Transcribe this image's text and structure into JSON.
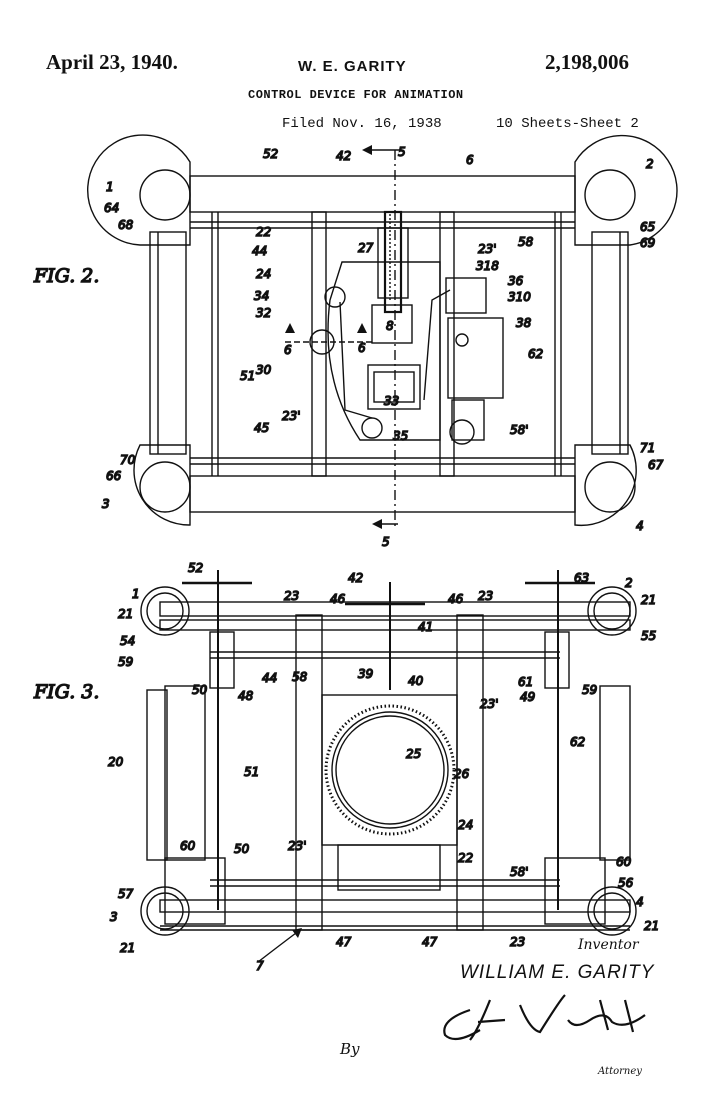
{
  "header": {
    "date": "April 23, 1940.",
    "inventor_name": "W. E. GARITY",
    "patent_number": "2,198,006",
    "title": "CONTROL DEVICE FOR ANIMATION",
    "filed": "Filed Nov. 16, 1938",
    "sheet": "10 Sheets-Sheet 2"
  },
  "figures": {
    "fig2_label": "FIG. 2.",
    "fig3_label": "FIG. 3."
  },
  "fig2_refs": [
    "52",
    "42",
    "5",
    "6",
    "2",
    "1",
    "64",
    "68",
    "65",
    "69",
    "44",
    "22",
    "27",
    "23'",
    "58",
    "24",
    "318",
    "36",
    "310",
    "34",
    "32",
    "38",
    "8",
    "6",
    "30",
    "62",
    "51",
    "33",
    "35",
    "45",
    "23'",
    "58'",
    "70",
    "66",
    "71",
    "67",
    "3",
    "4",
    "5",
    "6"
  ],
  "fig3_refs": [
    "52",
    "42",
    "63",
    "1",
    "2",
    "21",
    "21",
    "23",
    "46",
    "46",
    "23",
    "41",
    "54",
    "55",
    "59",
    "50",
    "48",
    "44",
    "58",
    "39",
    "40",
    "61",
    "49",
    "59",
    "20",
    "51",
    "25",
    "62",
    "26",
    "24",
    "23'",
    "23'",
    "22",
    "60",
    "50",
    "58'",
    "60",
    "57",
    "56",
    "3",
    "4",
    "21",
    "21",
    "47",
    "47",
    "23",
    "7"
  ],
  "signature": {
    "inventor_label": "Inventor",
    "inventor": "WILLIAM E. GARITY",
    "by": "By",
    "attorney": "Attorney"
  }
}
